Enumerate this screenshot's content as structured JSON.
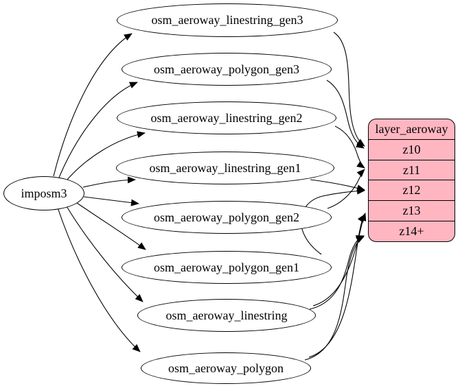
{
  "diagram": {
    "source": {
      "label": "imposm3"
    },
    "tables": [
      {
        "label": "osm_aeroway_linestring_gen3"
      },
      {
        "label": "osm_aeroway_polygon_gen3"
      },
      {
        "label": "osm_aeroway_linestring_gen2"
      },
      {
        "label": "osm_aeroway_linestring_gen1"
      },
      {
        "label": "osm_aeroway_polygon_gen2"
      },
      {
        "label": "osm_aeroway_polygon_gen1"
      },
      {
        "label": "osm_aeroway_linestring"
      },
      {
        "label": "osm_aeroway_polygon"
      }
    ],
    "layer": {
      "title": "layer_aeroway",
      "zoom_rows": [
        "z10",
        "z11",
        "z12",
        "z13",
        "z14+"
      ],
      "fill_color": "#ffb6c1",
      "stroke_color": "#000000"
    },
    "edges": [
      {
        "from": "imposm3",
        "to": "osm_aeroway_linestring_gen3"
      },
      {
        "from": "imposm3",
        "to": "osm_aeroway_polygon_gen3"
      },
      {
        "from": "imposm3",
        "to": "osm_aeroway_linestring_gen2"
      },
      {
        "from": "imposm3",
        "to": "osm_aeroway_linestring_gen1"
      },
      {
        "from": "imposm3",
        "to": "osm_aeroway_polygon_gen2"
      },
      {
        "from": "imposm3",
        "to": "osm_aeroway_polygon_gen1"
      },
      {
        "from": "imposm3",
        "to": "osm_aeroway_linestring"
      },
      {
        "from": "imposm3",
        "to": "osm_aeroway_polygon"
      },
      {
        "from": "osm_aeroway_linestring_gen3",
        "to": "z10"
      },
      {
        "from": "osm_aeroway_polygon_gen3",
        "to": "z10"
      },
      {
        "from": "osm_aeroway_linestring_gen2",
        "to": "z11"
      },
      {
        "from": "osm_aeroway_polygon_gen2",
        "to": "z11"
      },
      {
        "from": "osm_aeroway_linestring_gen1",
        "to": "z12"
      },
      {
        "from": "osm_aeroway_polygon_gen1",
        "to": "z12"
      },
      {
        "from": "osm_aeroway_linestring",
        "to": "z13"
      },
      {
        "from": "osm_aeroway_linestring",
        "to": "z14+"
      },
      {
        "from": "osm_aeroway_polygon",
        "to": "z13"
      },
      {
        "from": "osm_aeroway_polygon",
        "to": "z14+"
      }
    ]
  }
}
